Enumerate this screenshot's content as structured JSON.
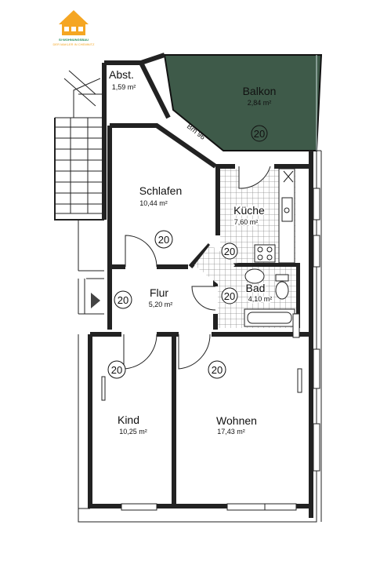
{
  "logo": {
    "line1": "SI·WOHNUNGSBAU",
    "line2": "DER MAKLER IN CHEMNITZ",
    "house_color": "#f5a623",
    "text_color": "#1e8a5a"
  },
  "colors": {
    "wall": "#222222",
    "balcony": "#3e5a49",
    "tile": "#9a9a9a"
  },
  "rooms": {
    "abst": {
      "name": "Abst.",
      "area": "1,59 m²"
    },
    "balkon": {
      "name": "Balkon",
      "area": "2,84 m²",
      "door": "20"
    },
    "schlafen": {
      "name": "Schlafen",
      "area": "10,44 m²",
      "door": "20"
    },
    "kueche": {
      "name": "Küche",
      "area": "7,60 m²",
      "door": "20"
    },
    "flur": {
      "name": "Flur",
      "area": "5,20 m²",
      "door": "20"
    },
    "bad": {
      "name": "Bad",
      "area": "4,10 m²",
      "door": "20"
    },
    "kind": {
      "name": "Kind",
      "area": "10,25 m²",
      "door": "20"
    },
    "wohnen": {
      "name": "Wohnen",
      "area": "17,43 m²",
      "door": "20"
    }
  },
  "annotations": {
    "brh": "Brh 96"
  }
}
